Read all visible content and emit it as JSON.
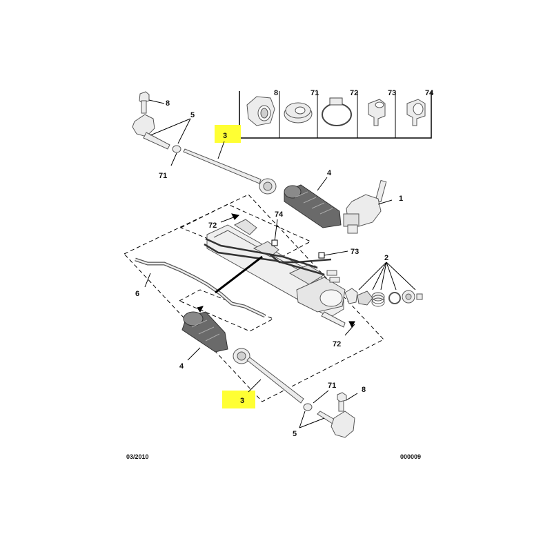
{
  "colors": {
    "highlight": "#FFFF33",
    "line": "#000000",
    "part_fill": "#ECECEC",
    "part_stroke": "#555555"
  },
  "inset": {
    "labels": [
      "8",
      "71",
      "72",
      "73",
      "74"
    ]
  },
  "callouts": {
    "c8_top": "8",
    "c5_top": "5",
    "c3_top": "3",
    "c71_top": "71",
    "c4_top": "4",
    "c1": "1",
    "c74": "74",
    "c72_top": "72",
    "c73": "73",
    "c2": "2",
    "c6": "6",
    "c72_bottom": "72",
    "c4_bottom": "4",
    "c3_bottom": "3",
    "c71_bottom": "71",
    "c8_bottom": "8",
    "c5_bottom": "5"
  },
  "footer": {
    "date": "03/2010",
    "reference": "000009"
  }
}
